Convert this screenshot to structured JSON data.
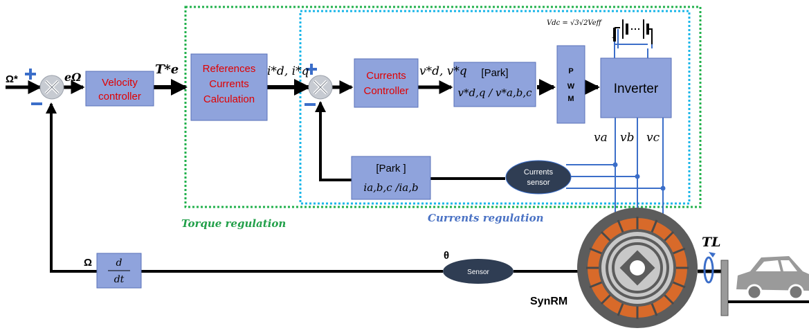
{
  "blocks": {
    "velocity_controller": [
      "Velocity",
      "controller"
    ],
    "references_calc": [
      "References",
      "Currents",
      "Calculation"
    ],
    "currents_controller": [
      "Currents",
      "Controller"
    ],
    "park_voltage": {
      "title": "[Park]",
      "formula": "v*d,q / v*a,b,c"
    },
    "pwm": [
      "P",
      "W",
      "M"
    ],
    "inverter": "Inverter",
    "park_current": {
      "title": "[Park ]",
      "formula": "ia,b,c /ia,b"
    },
    "derivative": {
      "num": "d",
      "den": "dt"
    },
    "currents_sensor": [
      "Currents",
      "sensor"
    ],
    "sensor": "Sensor"
  },
  "signals": {
    "omega_ref": "Ω*",
    "error": "eΩ",
    "torque_ref": "T*e",
    "current_refs": "i*d, i*q",
    "voltage_refs": "v*d, v*q",
    "va": "va",
    "vb": "vb",
    "vc": "vc",
    "omega": "Ω",
    "theta": "θ",
    "load_torque": "TL",
    "vdc": "Vdc = √3√2Veff"
  },
  "labels": {
    "torque_regulation": "Torque regulation",
    "currents_regulation": "Currents regulation",
    "machine": "SynRM"
  },
  "colors": {
    "block_fill": "#8fa3dc",
    "block_text": "#e00000",
    "torque_frame": "#22b14c",
    "currents_frame": "#19b6e8",
    "sum_blue": "#3b6ec9",
    "sensor_fill": "#2f3d53",
    "motor_copper": "#d86a2a",
    "motor_gray": "#606060",
    "wire_blue": "#3b6ec9",
    "torque_caption": "#22a04a",
    "currents_caption": "#4a72c4"
  }
}
